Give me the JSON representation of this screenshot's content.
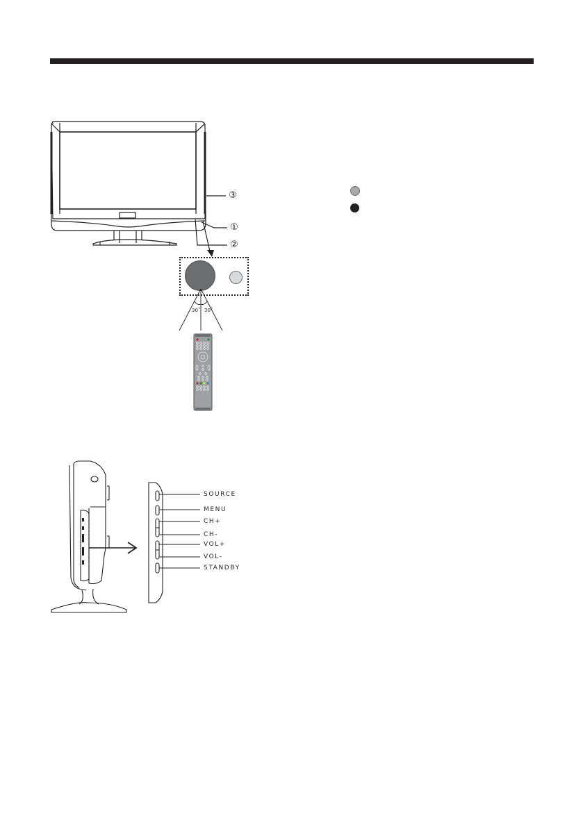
{
  "page": {
    "header_rule_color": "#231f20"
  },
  "front_view": {
    "callouts": [
      "③",
      "①",
      "②"
    ],
    "callout_labels": {
      "c3": "③",
      "c1": "①",
      "c2": "②"
    },
    "sensor_detail": {
      "angle_left": "30˚",
      "angle_right": "30˚",
      "sensor_color": "#6d6e70",
      "indicator_color": "#d9dadb"
    }
  },
  "led_legend": {
    "items": [
      {
        "icon": "led-gray-circle",
        "color": "#a7a9ac"
      },
      {
        "icon": "led-black-circle",
        "color": "#231f20"
      }
    ]
  },
  "remote": {
    "body_color": "#9d9fa2",
    "color_keys": [
      "#c0262d",
      "#17924a",
      "#f4e11c",
      "#1f8ccf"
    ]
  },
  "side_panel": {
    "buttons": [
      {
        "label": "SOURCE"
      },
      {
        "label": "MENU"
      },
      {
        "label": "CH+"
      },
      {
        "label": "CH-"
      },
      {
        "label": "VOL+"
      },
      {
        "label": "VOL-"
      },
      {
        "label": "STANDBY"
      }
    ]
  }
}
